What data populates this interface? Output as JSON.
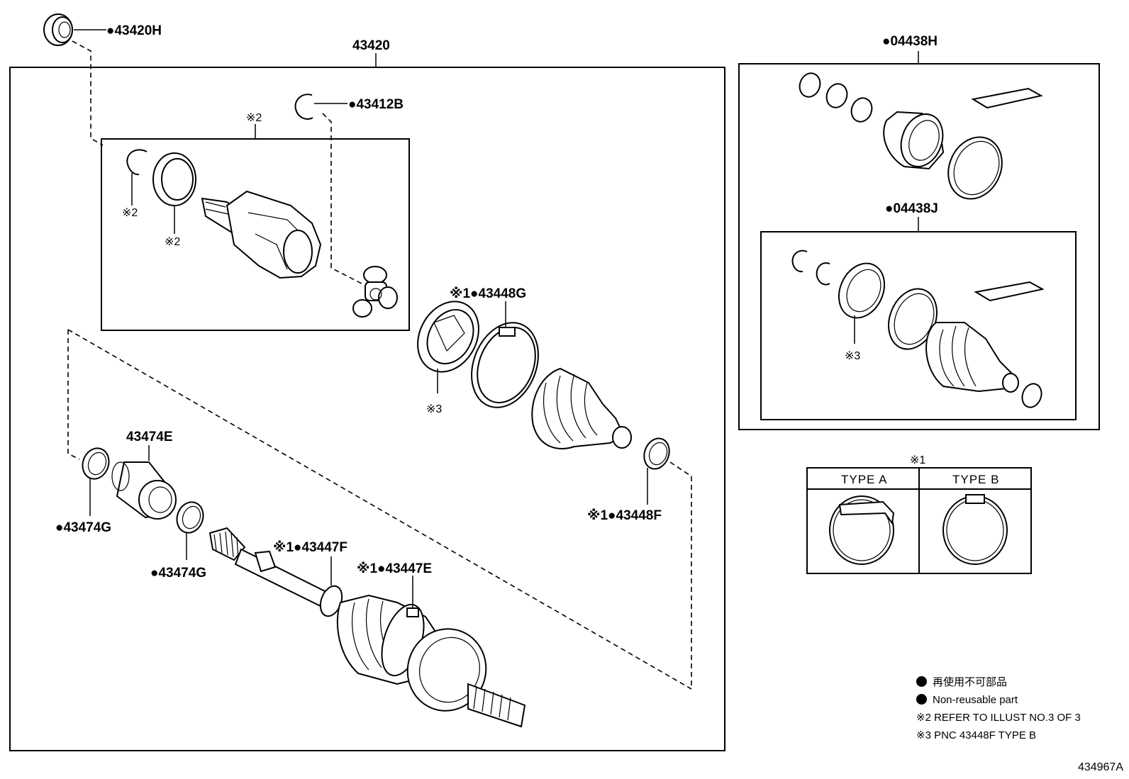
{
  "callouts": {
    "c43420H": "●43420H",
    "c43420": "43420",
    "c43412B": "●43412B",
    "c04438H": "●04438H",
    "c04438J": "●04438J",
    "c43448G": "※1●43448G",
    "c43448F": "※1●43448F",
    "c43474E": "43474E",
    "c43474G_a": "●43474G",
    "c43474G_b": "●43474G",
    "c43447F": "※1●43447F",
    "c43447E": "※1●43447E",
    "ref2_box": "※2",
    "ref2_clip": "※2",
    "ref2_ring": "※2",
    "ref3_left": "※3",
    "ref3_right": "※3",
    "ref1_table": "※1"
  },
  "type_table": {
    "type_a": "TYPE A",
    "type_b": "TYPE B"
  },
  "legend": {
    "line1": "再使用不可部品",
    "line2": "Non-reusable part",
    "line3": "※2 REFER TO ILLUST NO.3 OF 3",
    "line4": "※3 PNC 43448F TYPE B"
  },
  "drawing_number": "434967A"
}
